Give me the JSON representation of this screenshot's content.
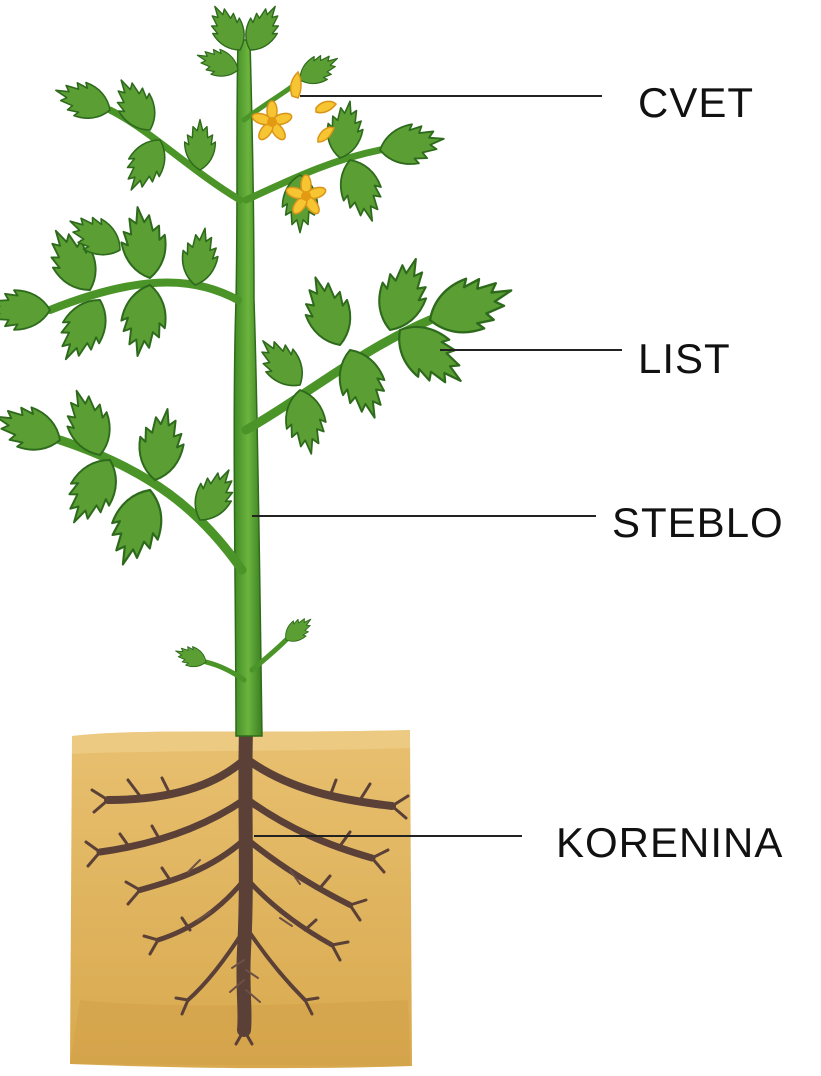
{
  "diagram": {
    "labels": {
      "cvet": "CVET",
      "list": "LIST",
      "steblo": "STEBLO",
      "korenina": "KORENINA"
    }
  },
  "colors": {
    "stem": "#4e9a2b",
    "stem_dark": "#2f6b1a",
    "leaf": "#5a9e34",
    "leaf_dark": "#2e6a1c",
    "flower": "#f7c531",
    "flower_center": "#e39a12",
    "soil": "#e0b560",
    "soil_dark": "#c8963f",
    "root": "#5a4036",
    "line": "#222222"
  }
}
